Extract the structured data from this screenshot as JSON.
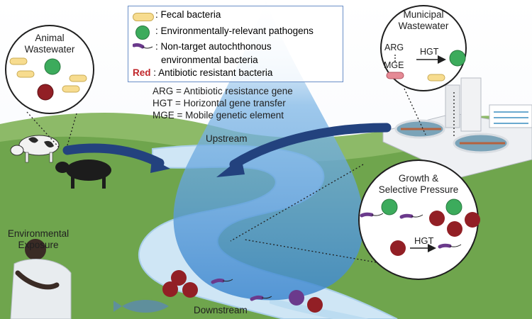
{
  "legend": {
    "fecal": "Fecal bacteria",
    "pathogens": "Environmentally-relevant pathogens",
    "autochthonous_line1": "Non-target autochthonous",
    "autochthonous_line2": "environmental bacteria",
    "red_word": "Red",
    "red_desc": "Antibiotic resistant bacteria",
    "separator": ":"
  },
  "abbreviations": [
    "ARG = Antibiotic resistance gene",
    "HGT = Horizontal gene transfer",
    "MGE = Mobile genetic element"
  ],
  "animal_wastewater": {
    "line1": "Animal",
    "line2": "Wastewater"
  },
  "municipal_wastewater": {
    "line1": "Municipal",
    "line2": "Wastewater",
    "arg": "ARG",
    "mge": "MGE",
    "hgt": "HGT"
  },
  "growth": {
    "line1": "Growth &",
    "line2": "Selective Pressure",
    "hgt": "HGT"
  },
  "environmental_exposure": {
    "line1": "Environmental",
    "line2": "Exposure"
  },
  "river": {
    "upstream": "Upstream",
    "downstream": "Downstream"
  },
  "colors": {
    "fecal": "#f7dc8f",
    "pathogen": "#3cab5c",
    "resistant": "#921f25",
    "autochthonous": "#6b3a8c",
    "river": "#cfe6f5",
    "grass": "#6fa54d",
    "drop": "#5d9fd8",
    "arrow": "#23427e",
    "legend_border": "#6a8fc7"
  },
  "icons": [
    "cow-icon",
    "bull-icon",
    "fish-icon",
    "person-icon",
    "treatment-plant-icon"
  ]
}
